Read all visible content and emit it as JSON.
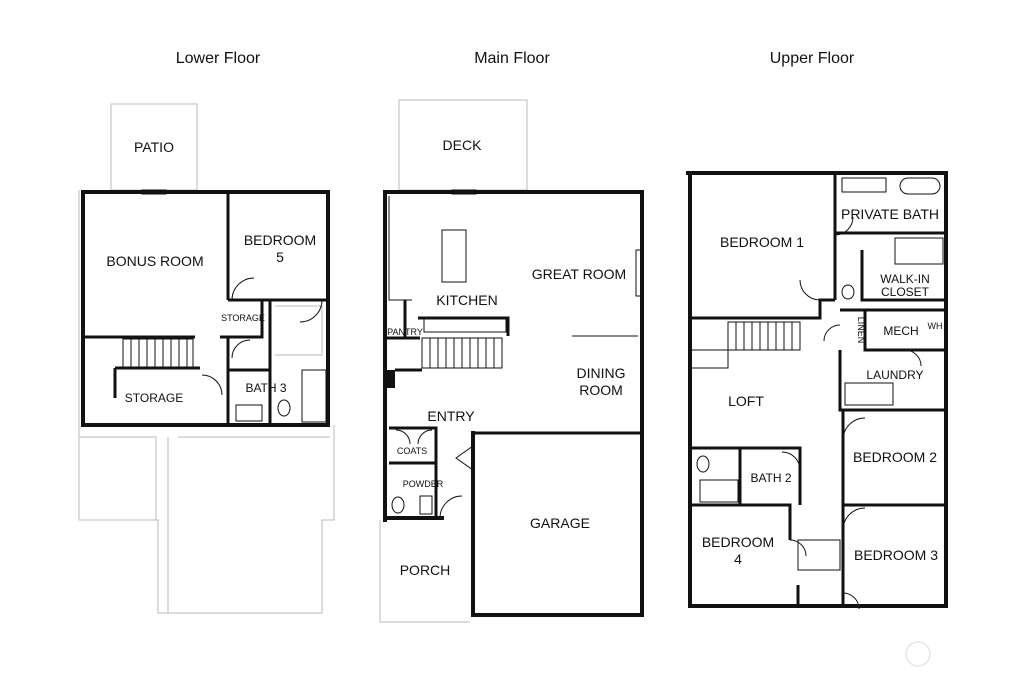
{
  "floors": {
    "lower": {
      "title": "Lower Floor",
      "rooms": {
        "patio": "PATIO",
        "bonus": "BONUS ROOM",
        "bedroom5_a": "BEDROOM",
        "bedroom5_b": "5",
        "storage_small": "STORAGE",
        "storage": "STORAGE",
        "bath3": "BATH 3"
      }
    },
    "main": {
      "title": "Main Floor",
      "rooms": {
        "deck": "DECK",
        "kitchen": "KITCHEN",
        "great": "GREAT ROOM",
        "pantry": "PANTRY",
        "dining_a": "DINING",
        "dining_b": "ROOM",
        "entry": "ENTRY",
        "coats": "COATS",
        "powder": "POWDER",
        "garage": "GARAGE",
        "porch": "PORCH"
      }
    },
    "upper": {
      "title": "Upper Floor",
      "rooms": {
        "bedroom1": "BEDROOM 1",
        "private_bath": "PRIVATE BATH",
        "walkin_a": "WALK-IN",
        "walkin_b": "CLOSET",
        "linen": "LINEN",
        "mech": "MECH",
        "wh": "WH",
        "laundry": "LAUNDRY",
        "loft": "LOFT",
        "bedroom2": "BEDROOM 2",
        "bath2": "BATH 2",
        "bedroom4_a": "BEDROOM",
        "bedroom4_b": "4",
        "bedroom3": "BEDROOM 3"
      }
    }
  }
}
